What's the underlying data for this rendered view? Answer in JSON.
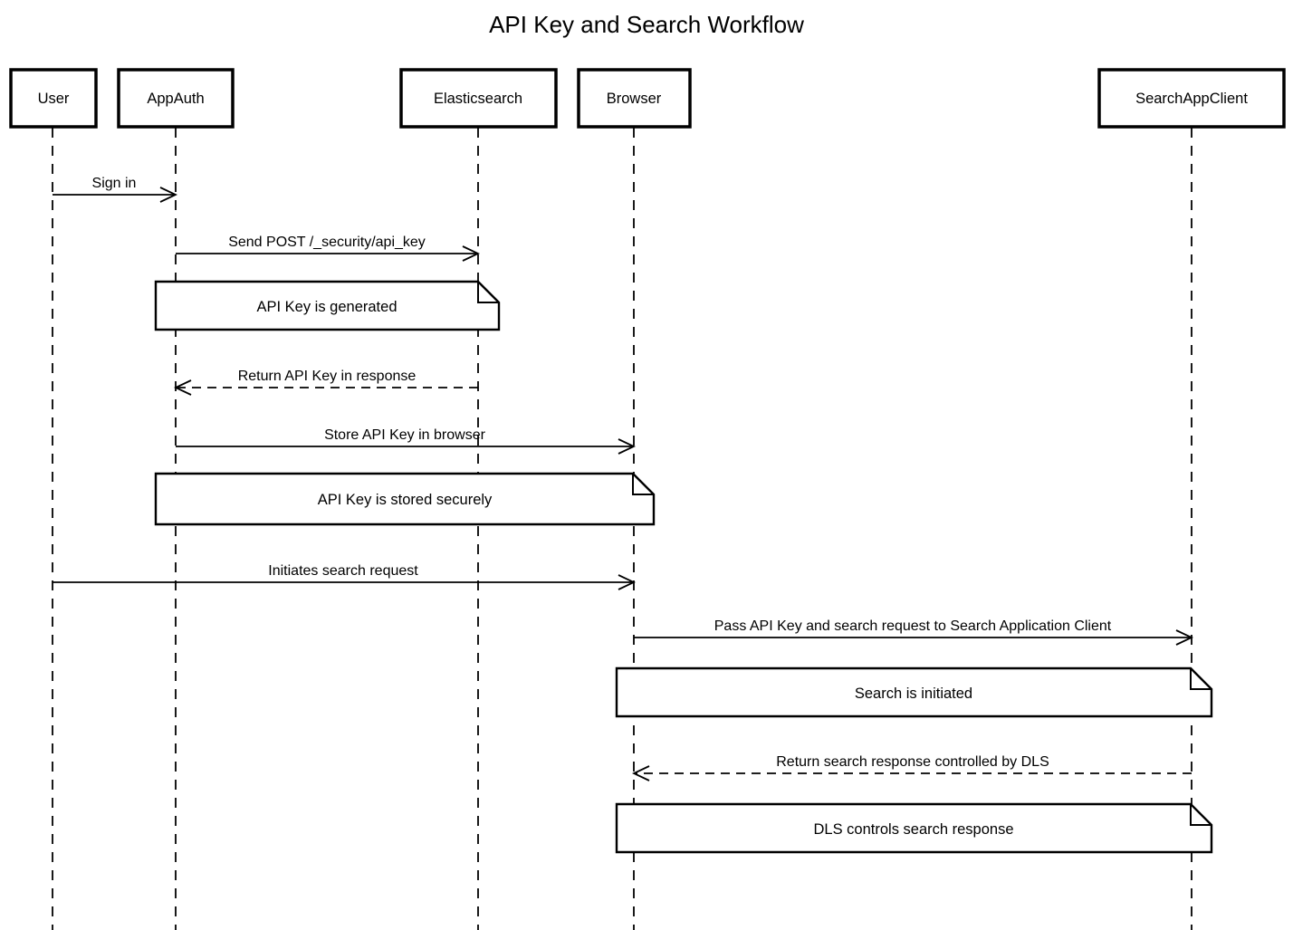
{
  "title": "API Key and Search Workflow",
  "colors": {
    "background": "#ffffff",
    "line": "#000000",
    "note_fill": "#ffffff"
  },
  "participants": [
    {
      "label": "User"
    },
    {
      "label": "AppAuth"
    },
    {
      "label": "Elasticsearch"
    },
    {
      "label": "Browser"
    },
    {
      "label": "SearchAppClient"
    }
  ],
  "messages": [
    {
      "label": "Sign in",
      "from": "User",
      "to": "AppAuth",
      "style": "solid"
    },
    {
      "label": "Send POST /_security/api_key",
      "from": "AppAuth",
      "to": "Elasticsearch",
      "style": "solid"
    },
    {
      "label": "Return API Key in response",
      "from": "Elasticsearch",
      "to": "AppAuth",
      "style": "dashed"
    },
    {
      "label": "Store API Key in browser",
      "from": "AppAuth",
      "to": "Browser",
      "style": "solid"
    },
    {
      "label": "Initiates search request",
      "from": "User",
      "to": "Browser",
      "style": "solid"
    },
    {
      "label": "Pass API Key and search request to Search Application Client",
      "from": "Browser",
      "to": "SearchAppClient",
      "style": "solid"
    },
    {
      "label": "Return search response controlled by DLS",
      "from": "SearchAppClient",
      "to": "Browser",
      "style": "dashed"
    }
  ],
  "notes": [
    {
      "label": "API Key is generated",
      "over": "AppAuth, Elasticsearch"
    },
    {
      "label": "API Key is stored securely",
      "over": "AppAuth, Browser"
    },
    {
      "label": "Search is initiated",
      "over": "Browser, SearchAppClient"
    },
    {
      "label": "DLS controls search response",
      "over": "Browser, SearchAppClient"
    }
  ]
}
